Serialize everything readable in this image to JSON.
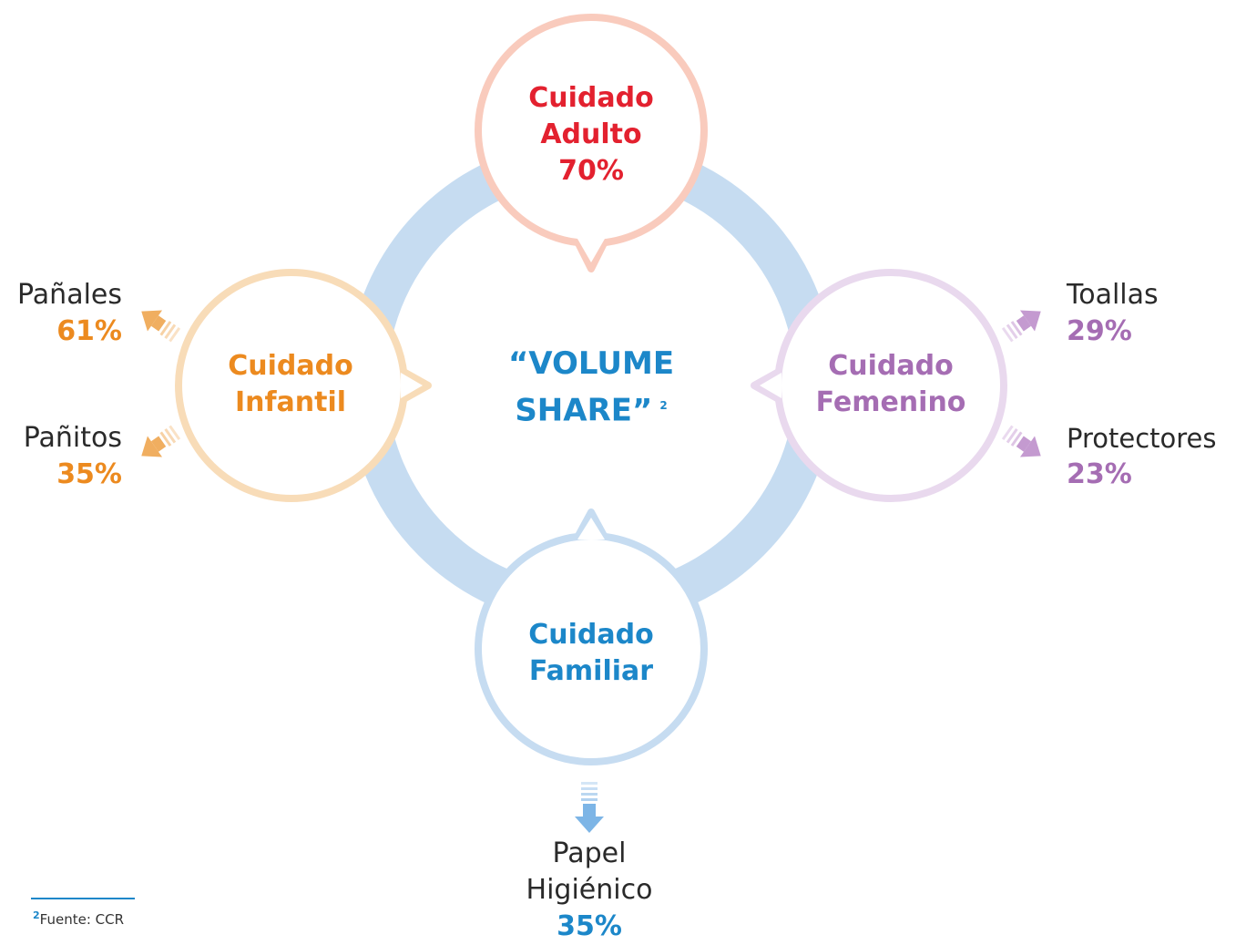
{
  "center": {
    "line1": "“VOLUME",
    "line2": "SHARE”",
    "sup": "2"
  },
  "nodes": {
    "adulto": {
      "line1": "Cuidado",
      "line2": "Adulto",
      "value": "70%"
    },
    "infantil": {
      "line1": "Cuidado",
      "line2": "Infantil"
    },
    "femenino": {
      "line1": "Cuidado",
      "line2": "Femenino"
    },
    "familiar": {
      "line1": "Cuidado",
      "line2": "Familiar"
    }
  },
  "branches": {
    "panales": {
      "label": "Pañales",
      "value": "61%"
    },
    "panitos": {
      "label": "Pañitos",
      "value": "35%"
    },
    "toallas": {
      "label": "Toallas",
      "value": "29%"
    },
    "protectores": {
      "label": "Protectores",
      "value": "23%"
    },
    "papel": {
      "line1": "Papel",
      "line2": "Higiénico",
      "value": "35%"
    }
  },
  "footnote": {
    "sup": "2",
    "text": "Fuente: CCR"
  },
  "colors": {
    "ring": "#c6dcf1",
    "adulto": "#e3212f",
    "infantil": "#ec8a1f",
    "femenino": "#a56db3",
    "familiar": "#1c87c9"
  }
}
